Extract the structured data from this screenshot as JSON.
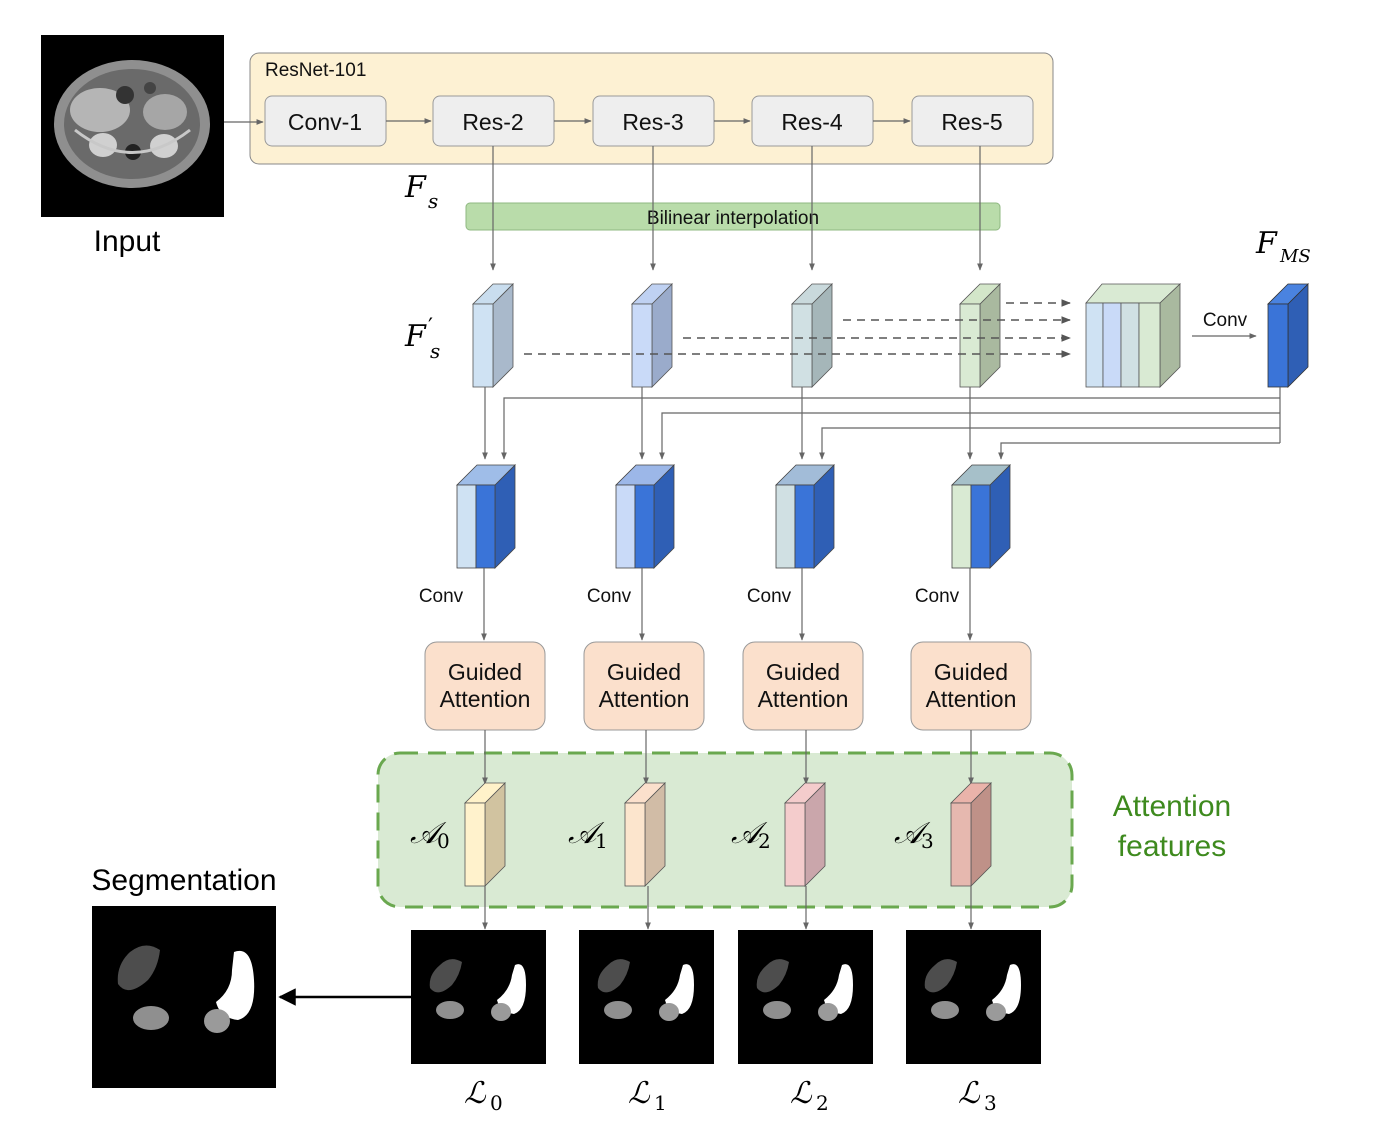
{
  "input": {
    "caption": "Input"
  },
  "backbone": {
    "title": "ResNet-101",
    "blocks": [
      "Conv-1",
      "Res-2",
      "Res-3",
      "Res-4",
      "Res-5"
    ]
  },
  "interp": {
    "label": "Bilinear interpolation"
  },
  "symbols": {
    "fs": {
      "main": "F",
      "sub": "s"
    },
    "fs_prime": {
      "main": "F",
      "prime": "′",
      "sub": "s"
    },
    "fms": {
      "main": "F",
      "sub": "MS"
    }
  },
  "conv_label": "Conv",
  "guided_attention": {
    "line1": "Guided",
    "line2": "Attention"
  },
  "attention_region": {
    "line1": "Attention",
    "line2": "features"
  },
  "attention_symbols": [
    {
      "main": "𝒜",
      "sub": "0"
    },
    {
      "main": "𝒜",
      "sub": "1"
    },
    {
      "main": "𝒜",
      "sub": "2"
    },
    {
      "main": "𝒜",
      "sub": "3"
    }
  ],
  "output_symbols": [
    {
      "main": "ℒ",
      "sub": "0"
    },
    {
      "main": "ℒ",
      "sub": "1"
    },
    {
      "main": "ℒ",
      "sub": "2"
    },
    {
      "main": "ℒ",
      "sub": "3"
    }
  ],
  "segmentation": {
    "caption": "Segmentation"
  },
  "colors": {
    "backbone_fill": "#fdf1d3",
    "block_fill": "#eeeeee",
    "interp_fill": "#b9dcaa",
    "attn_box_fill": "#fbe0cc",
    "attn_region_fill": "#d9ead3",
    "attn_region_stroke": "#6aa84f",
    "fms_blue": "#3a74d8"
  }
}
